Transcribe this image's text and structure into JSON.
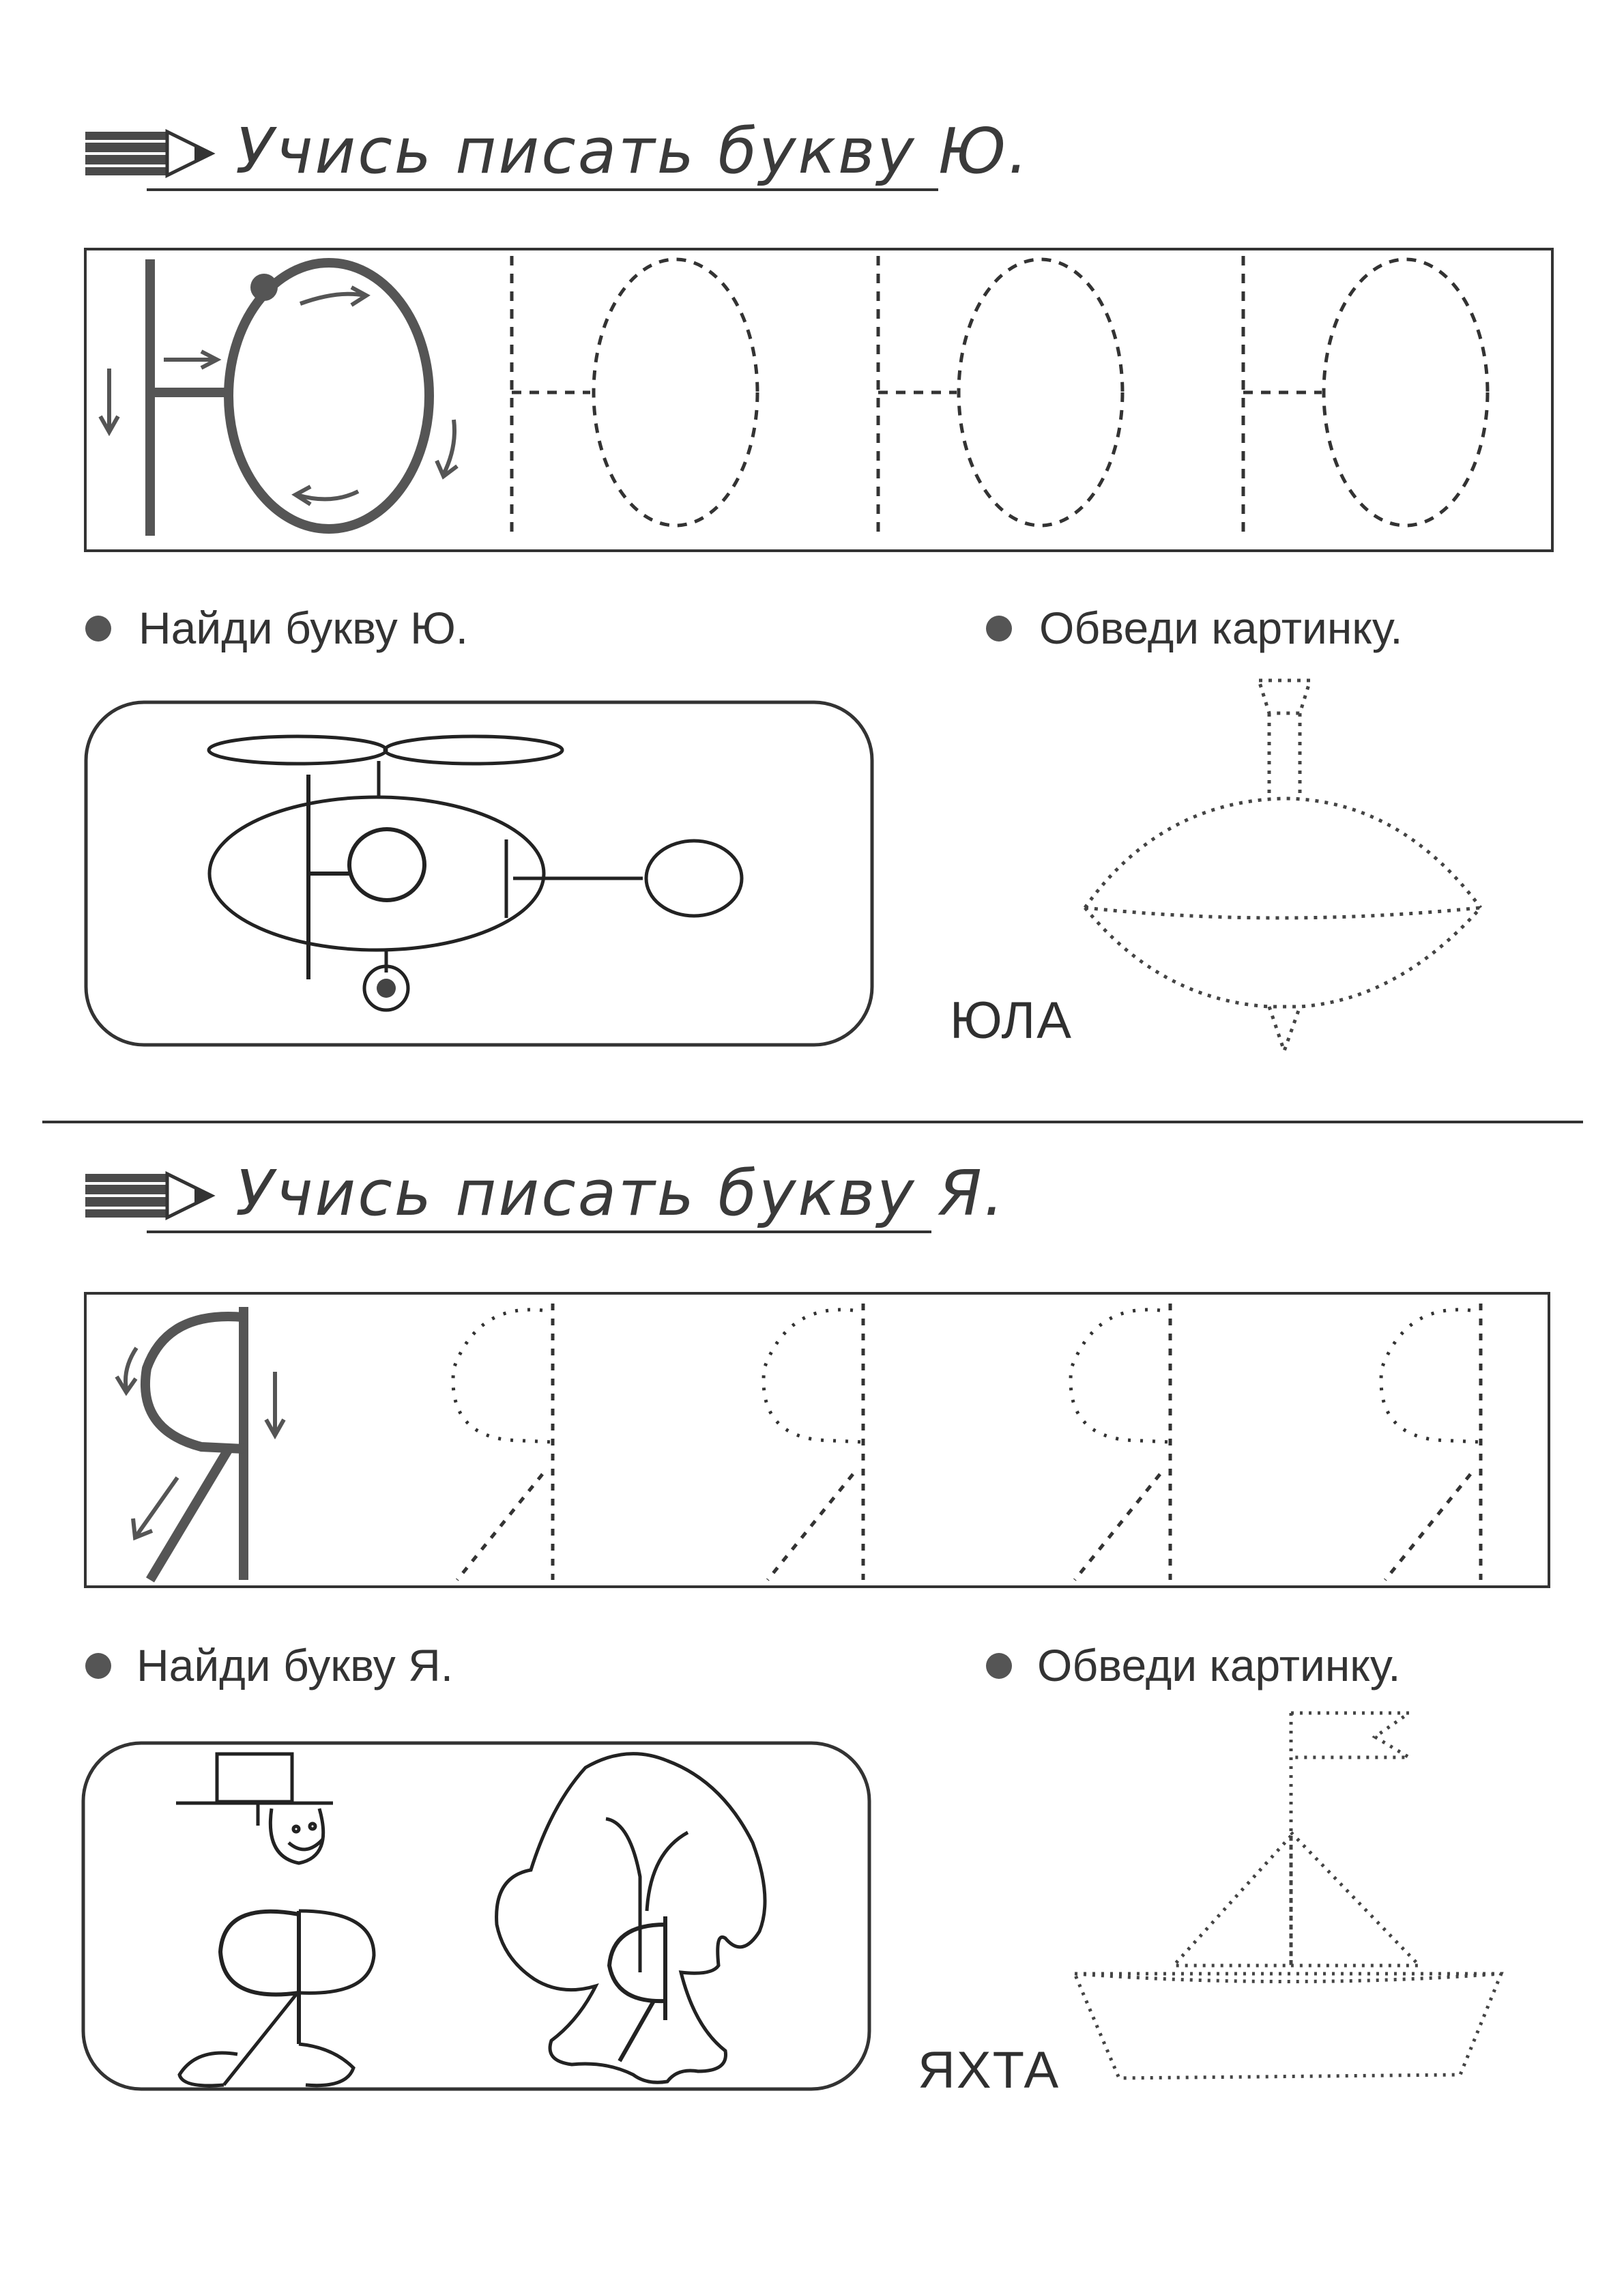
{
  "section1": {
    "title": "Учись писать букву Ю.",
    "task_find": "Найди букву Ю.",
    "task_trace": "Обведи картинку.",
    "word": "ЮЛА"
  },
  "section2": {
    "title": "Учись писать букву Я.",
    "task_find": "Найди букву Я.",
    "task_trace": "Обведи картинку.",
    "word": "ЯХТА"
  },
  "icons": {
    "pencil": "pencil-icon",
    "bullet": "bullet-icon"
  },
  "colors": {
    "ink": "#333333",
    "letter": "#555555"
  }
}
